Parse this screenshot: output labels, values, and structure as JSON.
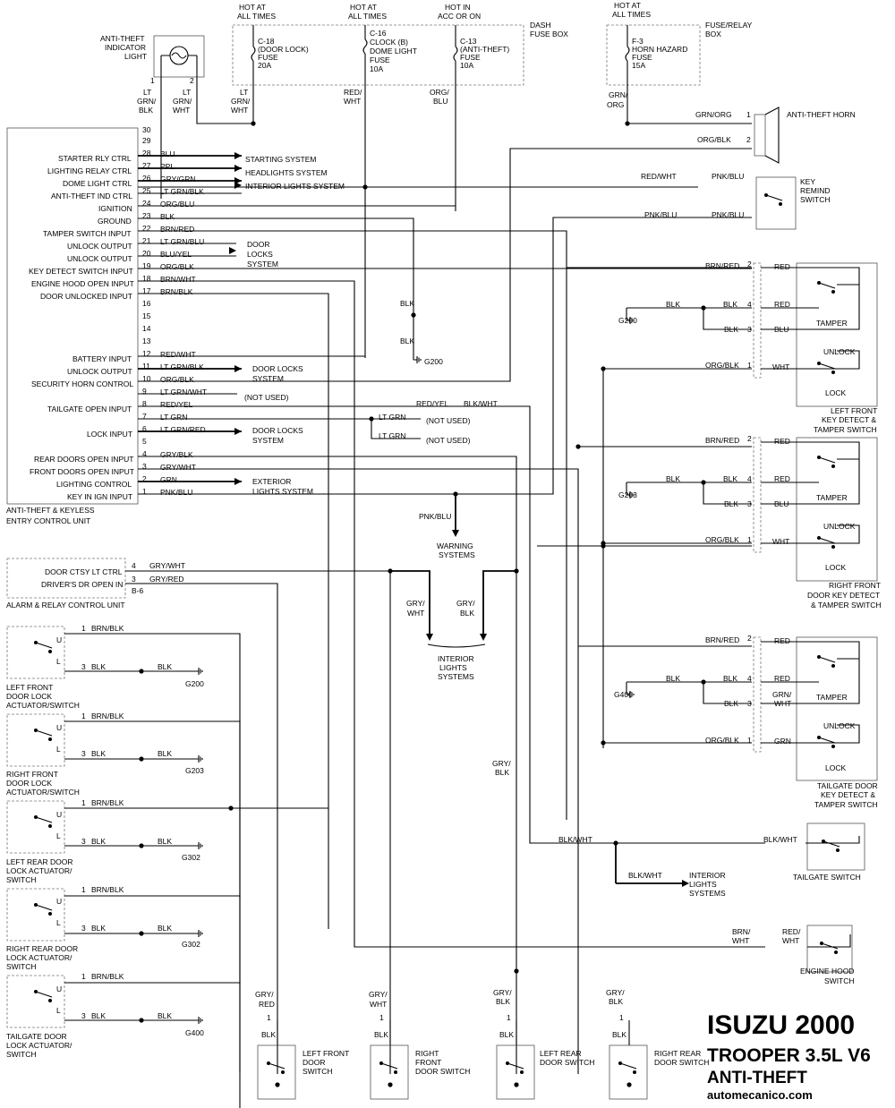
{
  "title": {
    "brand": "ISUZU 2000",
    "model": "TROOPER 3.5L V6",
    "system": "ANTI-THEFT",
    "site": "automecanico.com"
  },
  "labels": [
    "HOT AT",
    "ALL TIMES",
    "HOT AT",
    "ALL TIMES",
    "HOT IN",
    "ACC OR ON",
    "HOT AT",
    "ALL TIMES",
    "DASH",
    "FUSE BOX",
    "FUSE/RELAY",
    "BOX",
    "C-18",
    "(DOOR LOCK)",
    "FUSE",
    "20A",
    "C-16",
    "CLOCK (B)",
    "DOME LIGHT",
    "FUSE",
    "10A",
    "C-13",
    "(ANTI-THEFT)",
    "FUSE",
    "10A",
    "F-3",
    "HORN HAZARD",
    "FUSE",
    "15A",
    "ANTI-THEFT",
    "INDICATOR",
    "LIGHT",
    "1",
    "2",
    "LT",
    "GRN/",
    "BLK",
    "LT",
    "GRN/",
    "WHT",
    "LT",
    "GRN/",
    "WHT",
    "RED/",
    "WHT",
    "ORG/",
    "BLU",
    "GRN/",
    "ORG",
    "GRN/ORG",
    "1",
    "ORG/BLK",
    "2",
    "ANTI-THEFT HORN",
    "RED/WHT",
    "PNK/BLU",
    "KEY",
    "REMIND",
    "SWITCH",
    "PNK/BLU",
    "PNK/BLU",
    "STARTER RLY CTRL",
    "LIGHTING RELAY CTRL",
    "DOME LIGHT CTRL",
    "ANTI-THEFT IND CTRL",
    "IGNITION",
    "GROUND",
    "TAMPER SWITCH INPUT",
    "UNLOCK OUTPUT",
    "UNLOCK OUTPUT",
    "KEY DETECT SWITCH INPUT",
    "ENGINE HOOD OPEN INPUT",
    "DOOR UNLOCKED INPUT",
    "BATTERY INPUT",
    "UNLOCK OUTPUT",
    "SECURITY HORN CONTROL",
    "TAILGATE OPEN INPUT",
    "LOCK INPUT",
    "REAR DOORS OPEN INPUT",
    "FRONT DOORS OPEN INPUT",
    "LIGHTING CONTROL",
    "KEY IN IGN INPUT",
    "30",
    "29",
    "28",
    "27",
    "26",
    "25",
    "24",
    "23",
    "22",
    "21",
    "20",
    "19",
    "18",
    "17",
    "16",
    "15",
    "14",
    "13",
    "12",
    "11",
    "10",
    "9",
    "8",
    "7",
    "6",
    "5",
    "4",
    "3",
    "2",
    "1",
    "BLU",
    "PPL",
    "GRY/GRN",
    "LT GRN/BLK",
    "ORG/BLU",
    "BLK",
    "BRN/RED",
    "LT GRN/BLU",
    "BLU/YEL",
    "ORG/BLK",
    "BRN/WHT",
    "BRN/BLK",
    "RED/WHT",
    "LT GRN/BLK",
    "ORG/BLK",
    "LT GRN/WHT",
    "RED/YEL",
    "LT GRN",
    "LT GRN/RED",
    "GRY/BLK",
    "GRY/WHT",
    "GRN",
    "PNK/BLU",
    "STARTING SYSTEM",
    "HEADLIGHTS SYSTEM",
    "INTERIOR LIGHTS SYSTEM",
    "DOOR",
    "LOCKS",
    "SYSTEM",
    "DOOR LOCKS",
    "SYSTEM",
    "(NOT USED)",
    "LT GRN",
    "(NOT USED)",
    "LT GRN",
    "(NOT USED)",
    "DOOR LOCKS",
    "SYSTEM",
    "EXTERIOR",
    "LIGHTS SYSTEM",
    "RED/YEL",
    "BLK/WHT",
    "ANTI-THEFT & KEYLESS",
    "ENTRY CONTROL UNIT",
    "BLK",
    "BLK",
    "G200",
    "PNK/BLU",
    "WARNING",
    "SYSTEMS",
    "DOOR CTSY LT CTRL",
    "DRIVER'S DR OPEN IN",
    "4",
    "3",
    "B-6",
    "GRY/WHT",
    "GRY/RED",
    "ALARM & RELAY CONTROL UNIT",
    "GRY/",
    "WHT",
    "GRY/",
    "BLK",
    "INTERIOR",
    "LIGHTS",
    "SYSTEMS",
    "BRN/RED",
    "2",
    "RED",
    "BLK",
    "BLK",
    "4",
    "RED",
    "G200",
    "BLK",
    "3",
    "BLU",
    "TAMPER",
    "ORG/BLK",
    "1",
    "WHT",
    "UNLOCK",
    "LOCK",
    "LEFT FRONT",
    "KEY DETECT &",
    "TAMPER SWITCH",
    "BRN/RED",
    "2",
    "RED",
    "BLK",
    "BLK",
    "4",
    "RED",
    "G203",
    "BLK",
    "3",
    "BLU",
    "TAMPER",
    "ORG/BLK",
    "1",
    "WHT",
    "UNLOCK",
    "LOCK",
    "RIGHT FRONT",
    "DOOR KEY DETECT",
    "& TAMPER SWITCH",
    "BRN/RED",
    "2",
    "RED",
    "BLK",
    "BLK",
    "4",
    "RED",
    "G400",
    "BLK",
    "3",
    "GRN/",
    "WHT",
    "TAMPER",
    "ORG/BLK",
    "1",
    "GRN",
    "UNLOCK",
    "LOCK",
    "TAILGATE DOOR",
    "KEY DETECT &",
    "TAMPER SWITCH",
    "U",
    "L",
    "1",
    "BRN/BLK",
    "3",
    "BLK",
    "BLK",
    "G200",
    "LEFT FRONT",
    "DOOR LOCK",
    "ACTUATOR/SWITCH",
    "U",
    "L",
    "1",
    "BRN/BLK",
    "3",
    "BLK",
    "BLK",
    "G203",
    "RIGHT FRONT",
    "DOOR LOCK",
    "ACTUATOR/SWITCH",
    "U",
    "L",
    "1",
    "BRN/BLK",
    "3",
    "BLK",
    "BLK",
    "G302",
    "LEFT REAR DOOR",
    "LOCK ACTUATOR/",
    "SWITCH",
    "U",
    "L",
    "1",
    "BRN/BLK",
    "3",
    "BLK",
    "BLK",
    "G302",
    "RIGHT REAR DOOR",
    "LOCK ACTUATOR/",
    "SWITCH",
    "U",
    "L",
    "1",
    "BRN/BLK",
    "3",
    "BLK",
    "BLK",
    "G400",
    "TAILGATE DOOR",
    "LOCK ACTUATOR/",
    "SWITCH",
    "GRY/",
    "BLK",
    "BLK/WHT",
    "BLK/WHT",
    "BLK/WHT",
    "INTERIOR",
    "LIGHTS",
    "SYSTEMS",
    "TAILGATE SWITCH",
    "BRN/",
    "WHT",
    "RED/",
    "WHT",
    "ENGINE HOOD",
    "SWITCH",
    "GRY/",
    "RED",
    "1",
    "BLK",
    "LEFT FRONT",
    "DOOR",
    "SWITCH",
    "GRY/",
    "WHT",
    "1",
    "BLK",
    "RIGHT",
    "FRONT",
    "DOOR SWITCH",
    "GRY/",
    "BLK",
    "1",
    "BLK",
    "LEFT REAR",
    "DOOR SWITCH",
    "GRY/",
    "BLK",
    "1",
    "BLK",
    "RIGHT REAR",
    "DOOR SWITCH"
  ]
}
